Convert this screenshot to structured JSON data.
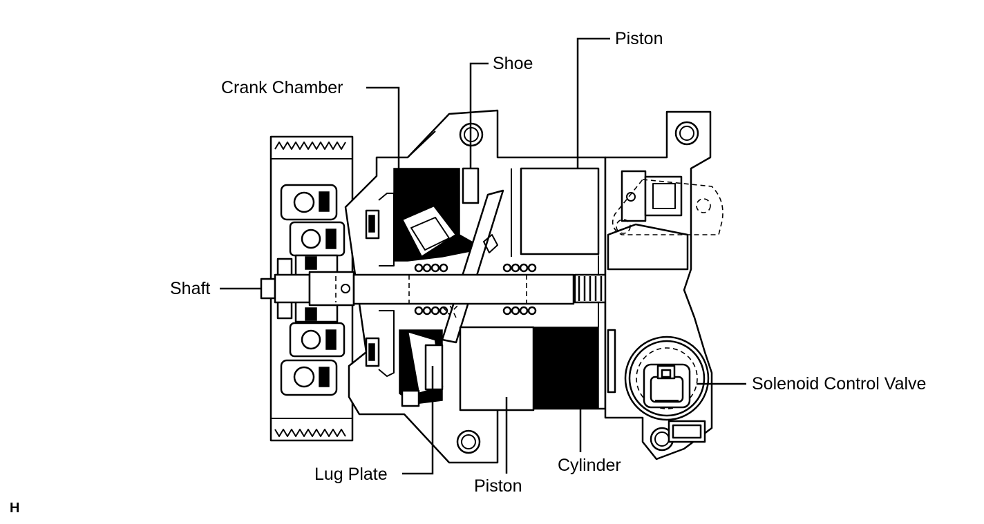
{
  "labels": {
    "piston_top": "Piston",
    "shoe": "Shoe",
    "crank_chamber": "Crank Chamber",
    "shaft": "Shaft",
    "solenoid_control_valve": "Solenoid Control Valve",
    "cylinder": "Cylinder",
    "piston_bottom": "Piston",
    "lug_plate": "Lug Plate"
  },
  "reference_code": "H"
}
